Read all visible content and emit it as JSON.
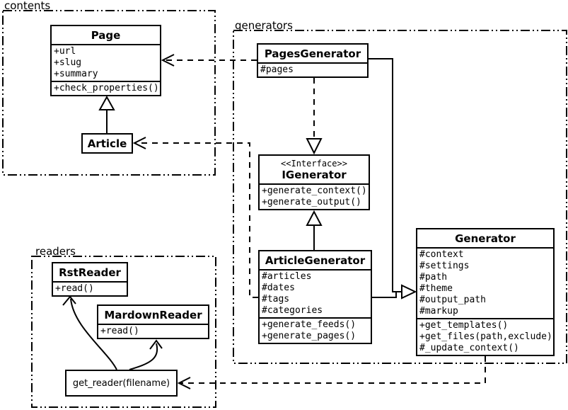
{
  "diagram": {
    "packages": {
      "contents": "contents",
      "generators": "generators",
      "readers": "readers"
    },
    "classes": {
      "page": {
        "name": "Page",
        "attributes": [
          "+url",
          "+slug",
          "+summary"
        ],
        "methods": [
          "+check_properties()"
        ]
      },
      "article": {
        "name": "Article"
      },
      "pages_generator": {
        "name": "PagesGenerator",
        "attributes": [
          "#pages"
        ]
      },
      "igenerator": {
        "stereotype": "<<Interface>>",
        "name": "IGenerator",
        "methods": [
          "+generate_context()",
          "+generate_output()"
        ]
      },
      "article_generator": {
        "name": "ArticleGenerator",
        "attributes": [
          "#articles",
          "#dates",
          "#tags",
          "#categories"
        ],
        "methods": [
          "+generate_feeds()",
          "+generate_pages()"
        ]
      },
      "generator": {
        "name": "Generator",
        "attributes": [
          "#context",
          "#settings",
          "#path",
          "#theme",
          "#output_path",
          "#markup"
        ],
        "methods": [
          "+get_templates()",
          "+get_files(path,exclude)",
          "#_update_context()"
        ]
      },
      "rst_reader": {
        "name": "RstReader",
        "methods": [
          "+read()"
        ]
      },
      "markdown_reader": {
        "name": "MardownReader",
        "methods": [
          "+read()"
        ]
      },
      "get_reader": {
        "name": "get_reader(filename)"
      }
    },
    "colors": {
      "line": "#000000",
      "background": "#ffffff"
    }
  }
}
